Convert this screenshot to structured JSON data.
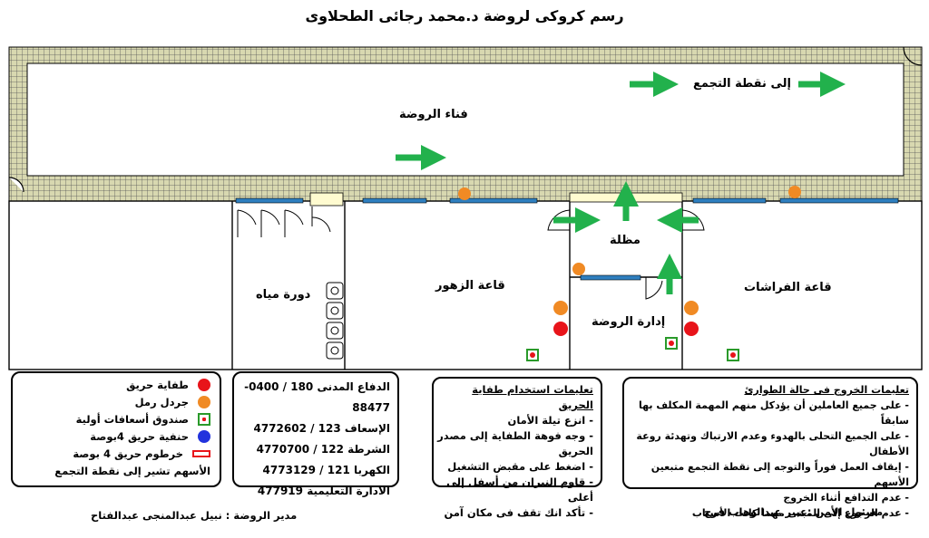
{
  "title": "رسم كروكى لروضة د.محمد رجائى الطحلاوى",
  "rooms": {
    "courtyard": "فناء الروضة",
    "assembly_label": "إلى نقطة التجمع",
    "toilets": "دورة مياه",
    "flowers_hall": "قاعة الزهور",
    "canopy": "مظلة",
    "admin": "إدارة الروضة",
    "butterflies_hall": "قاعة الفراشات"
  },
  "legend": [
    {
      "label": "طفاية حريق",
      "symbol": "red-dot",
      "color": "#e8141a"
    },
    {
      "label": "جردل رمل",
      "symbol": "orange-dot",
      "color": "#f08a24"
    },
    {
      "label": "صندوق أسعافات أولية",
      "symbol": "first-aid-box",
      "color": "#2a9a2a"
    },
    {
      "label": "حنفية حريق 4بوصة",
      "symbol": "blue-dot",
      "color": "#2233dd"
    },
    {
      "label": "خرطوم حريق 4 بوصة",
      "symbol": "red-rect",
      "color": "#e8141a"
    },
    {
      "label": "الأسهم تشير إلى نقطة التجمع",
      "symbol": "none",
      "color": "#000000"
    }
  ],
  "phones": [
    "الدفاع المدنى 180 / 0400-88477",
    "الإسعاف 123 / 4772602",
    "الشرطة 122 / 4770700",
    "الكهربا 121 / 4773129",
    "الادارة التعليمية 477919"
  ],
  "extinguisher": {
    "heading": "تعليمات استخدام طفاية الحريق",
    "items": [
      "انزع تيلة الأمان",
      "وجه فوهة الطفاية إلى مصدر الحريق",
      "اضغط على مقبض التشغيل",
      "قاوم النيران من أسفل إلى أعلى",
      "تأكد انك تقف فى مكان آمن"
    ]
  },
  "emergency": {
    "heading": "تعليمات الخروج فى حالة الطوارئ",
    "items": [
      "على جميع العاملين أن يؤدكل منهم المهمة المكلف بها سابقاً",
      "على الجميع التحلى بالهدوء وعدم الارتباك وتهدئة روعة الأطفال",
      "إيقاف العمل فوراً والتوجه إلى نقطة التجمع متبعين الأسهم",
      "عدم التدافع أثناء الخروج",
      "عدم الرجوع إلى المبنى مهما كانت الأسباب"
    ]
  },
  "footer": {
    "manager": "مدير الروضة : نبيل عبدالمنجى عبدالفتاح",
    "security": "مسئول الأمن :عبير عبدالوهاب فرج"
  },
  "colors": {
    "arrow": "#22b14c",
    "wall_pattern": "#c8c8a0",
    "window": "#2f7fbf"
  }
}
